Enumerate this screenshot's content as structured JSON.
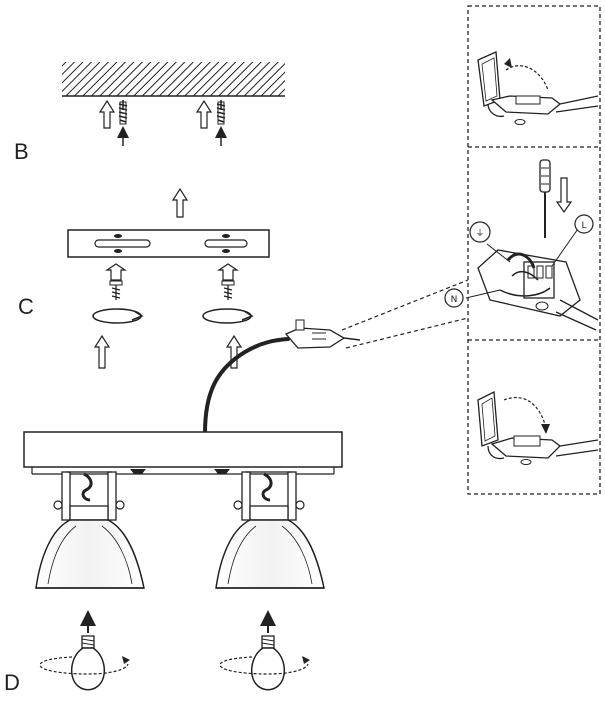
{
  "steps": {
    "b": "B",
    "c": "C",
    "d": "D"
  },
  "wiring": {
    "earth_symbol": "⏚",
    "live_symbol": "L",
    "neutral_symbol": "N"
  },
  "icons": [
    "up-arrow-icon",
    "rotation-arrow-icon",
    "screwdriver-icon",
    "earth-symbol-icon"
  ]
}
